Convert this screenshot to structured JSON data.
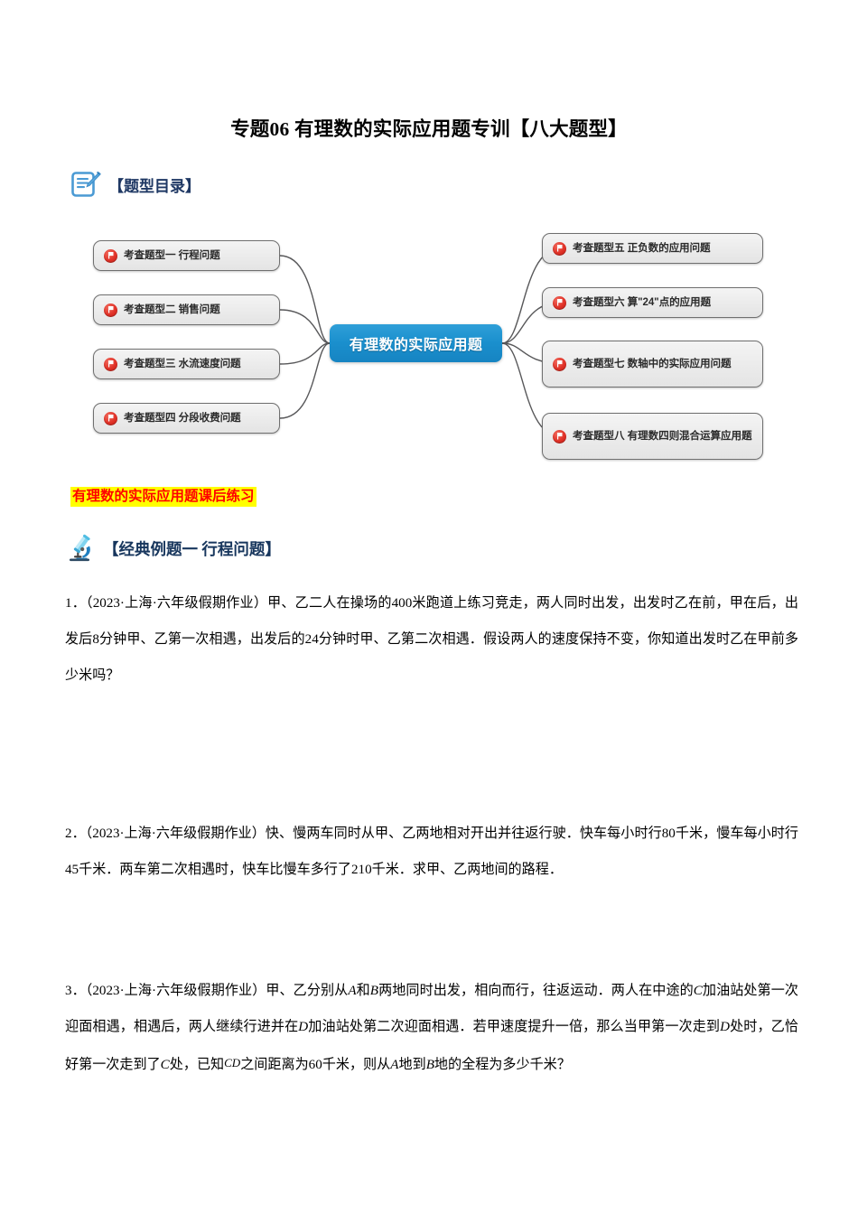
{
  "document": {
    "title": "专题06 有理数的实际应用题专训【八大题型】",
    "catalog_heading": {
      "icon": "document-pencil-icon",
      "label": "【题型目录】"
    },
    "highlight_line": "有理数的实际应用题课后练习",
    "example_heading": {
      "icon": "microscope-icon",
      "label": "【经典例题一 行程问题】"
    }
  },
  "mindmap": {
    "center": "有理数的实际应用题",
    "center_color": "#1a8fcd",
    "bullet_color": "#e03127",
    "left_nodes": [
      {
        "label": "考查题型一 行程问题"
      },
      {
        "label": "考查题型二 销售问题"
      },
      {
        "label": "考查题型三 水流速度问题"
      },
      {
        "label": "考查题型四 分段收费问题"
      }
    ],
    "right_nodes": [
      {
        "label": "考查题型五 正负数的应用问题"
      },
      {
        "label": "考查题型六 算\"24\"点的应用题"
      },
      {
        "label": "考查题型七 数轴中的实际应用问题"
      },
      {
        "label": "考查题型八 有理数四则混合运算应用题"
      }
    ]
  },
  "questions": [
    {
      "number": "1．",
      "source": "（2023·上海·六年级假期作业）",
      "text": "甲、乙二人在操场的400米跑道上练习竞走，两人同时出发，出发时乙在前，甲在后，出发后8分钟甲、乙第一次相遇，出发后的24分钟时甲、乙第二次相遇．假设两人的速度保持不变，你知道出发时乙在甲前多少米吗？"
    },
    {
      "number": "2．",
      "source": "（2023·上海·六年级假期作业）",
      "text": "快、慢两车同时从甲、乙两地相对开出并往返行驶．快车每小时行80千米，慢车每小时行45千米．两车第二次相遇时，快车比慢车多行了210千米．求甲、乙两地间的路程．"
    },
    {
      "number": "3．",
      "source": "（2023·上海·六年级假期作业）",
      "text_part1": "甲、乙分别从",
      "var_a1": "A",
      "text_part2": "和",
      "var_b1": "B",
      "text_part3": "两地同时出发，相向而行，往返运动．两人在中途的",
      "var_c1": "C",
      "text_part4": "加油站处第一次迎面相遇，相遇后，两人继续行进并在",
      "var_d1": "D",
      "text_part5": "加油站处第二次迎面相遇．若甲速度提升一倍，那么当甲第一次走到",
      "var_d2": "D",
      "text_part6": "处时，乙恰好第一次走到了",
      "var_c2": "C",
      "text_part7": "处，已知",
      "var_cd": "CD",
      "text_part8": "之间距离为60千米，则从",
      "var_a2": "A",
      "text_part9": "地到",
      "var_b2": "B",
      "text_part10": "地的全程为多少千米？"
    }
  ]
}
